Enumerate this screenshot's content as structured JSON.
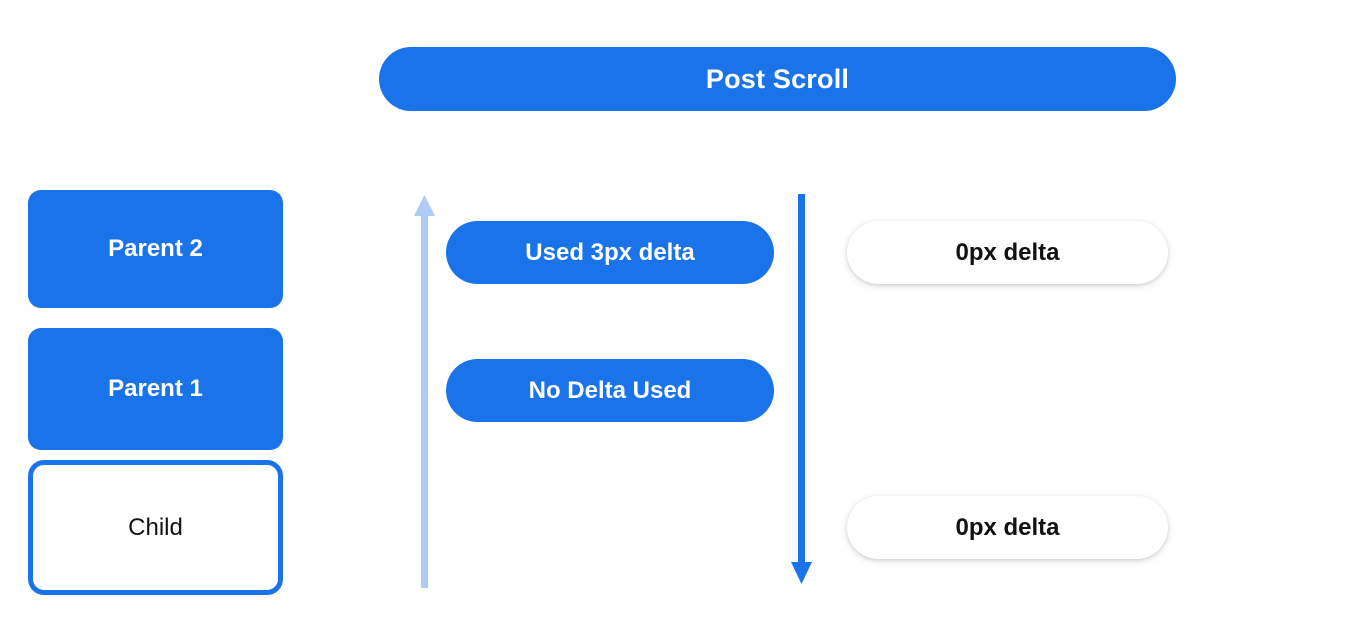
{
  "page": {
    "background_color": "#ffffff",
    "accent_blue": "#1a73e8",
    "light_blue": "#aecbfa",
    "text_dark": "#111111"
  },
  "header": {
    "title": "Post Scroll"
  },
  "scroll_stack": {
    "boxes": [
      {
        "label": "Parent 2",
        "style": "filled"
      },
      {
        "label": "Parent 1",
        "style": "filled"
      },
      {
        "label": "Child",
        "style": "outlined"
      }
    ]
  },
  "arrows": [
    {
      "name": "consumed-scroll-arrow",
      "direction": "up",
      "color": "#aecbfa"
    },
    {
      "name": "scroll-propagation-arrow",
      "direction": "down",
      "color": "#1a73e8"
    }
  ],
  "middle_column": {
    "pills": [
      {
        "label": "Used 3px delta"
      },
      {
        "label": "No Delta Used"
      }
    ]
  },
  "right_column": {
    "pills": [
      {
        "label": "0px delta"
      },
      {
        "label": "0px delta"
      }
    ]
  }
}
